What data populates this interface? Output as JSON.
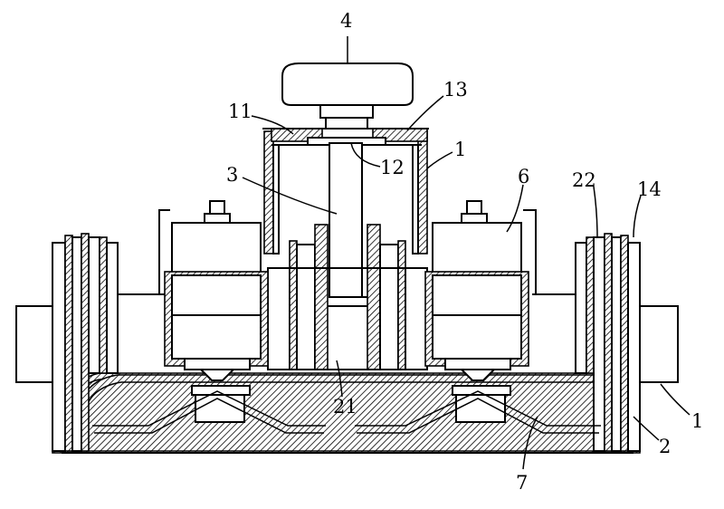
{
  "figure": {
    "labels": {
      "l4": "4",
      "l13": "13",
      "l11": "11",
      "l12": "12",
      "l1_top": "1",
      "l3": "3",
      "l6": "6",
      "l22": "22",
      "l14": "14",
      "l21": "21",
      "l1_right": "1",
      "l2": "2",
      "l7": "7"
    }
  }
}
